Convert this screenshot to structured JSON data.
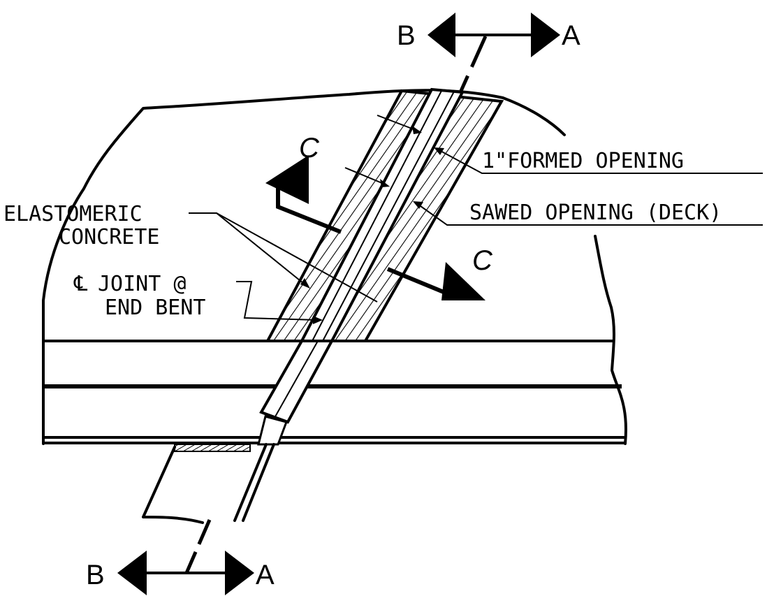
{
  "labels": {
    "formed_opening": "1\"FORMED OPENING",
    "sawed_opening": "SAWED OPENING (DECK)",
    "elastomeric_line1": "ELASTOMERIC",
    "elastomeric_line2": "CONCRETE",
    "joint_symbol": "℄",
    "joint_line1": "JOINT @",
    "joint_line2": "END BENT"
  },
  "section_marks": {
    "top_left": "B",
    "top_right": "A",
    "bottom_left": "B",
    "bottom_right": "A",
    "cut_left": "C",
    "cut_right": "C"
  }
}
